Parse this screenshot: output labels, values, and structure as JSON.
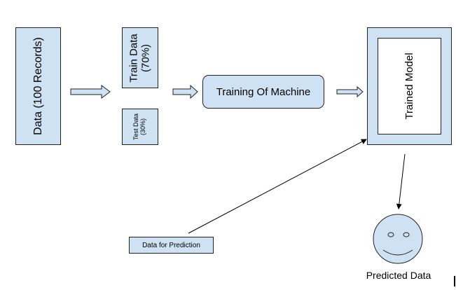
{
  "nodes": {
    "data": {
      "line1": "Data (100 Records)"
    },
    "train": {
      "line1": "Train Data",
      "line2": "(70%)"
    },
    "test": {
      "line1": "Test Data",
      "line2": "(30%)"
    },
    "training": {
      "label": "Training Of Machine"
    },
    "trained_model": {
      "label": "Trained Model"
    },
    "prediction_input": {
      "label": "Data for Prediction"
    },
    "predicted": {
      "label": "Predicted Data"
    }
  },
  "colors": {
    "box_fill": "#cfe2f3",
    "border": "#222222"
  }
}
